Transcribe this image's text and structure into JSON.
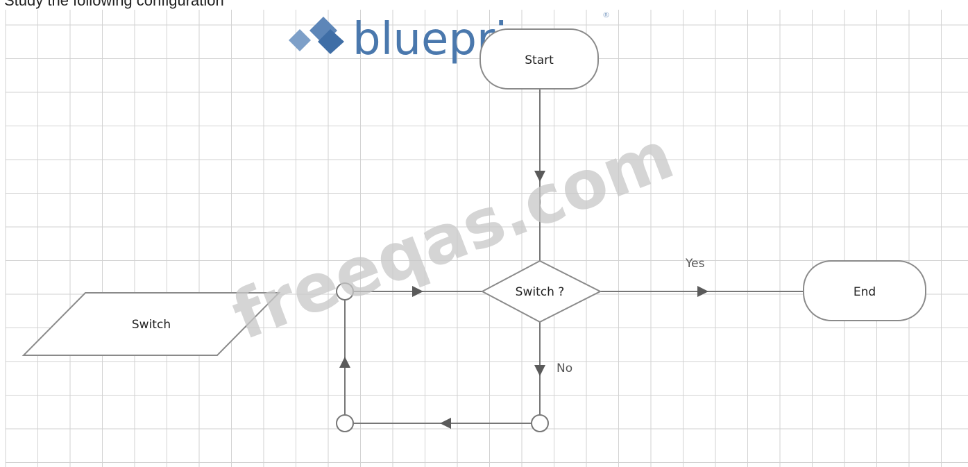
{
  "caption": "Study the following configuration",
  "logo": {
    "text": "blueprism",
    "mark": "®"
  },
  "watermark": "freeqas.com",
  "nodes": {
    "start": "Start",
    "decision": "Switch ?",
    "end": "End",
    "data_item": "Switch"
  },
  "edges": {
    "yes": "Yes",
    "no": "No"
  },
  "colors": {
    "grid": "#d2d2d2",
    "stroke": "#777777",
    "arrow": "#5a5a5a",
    "logo": "#4a78ad"
  }
}
